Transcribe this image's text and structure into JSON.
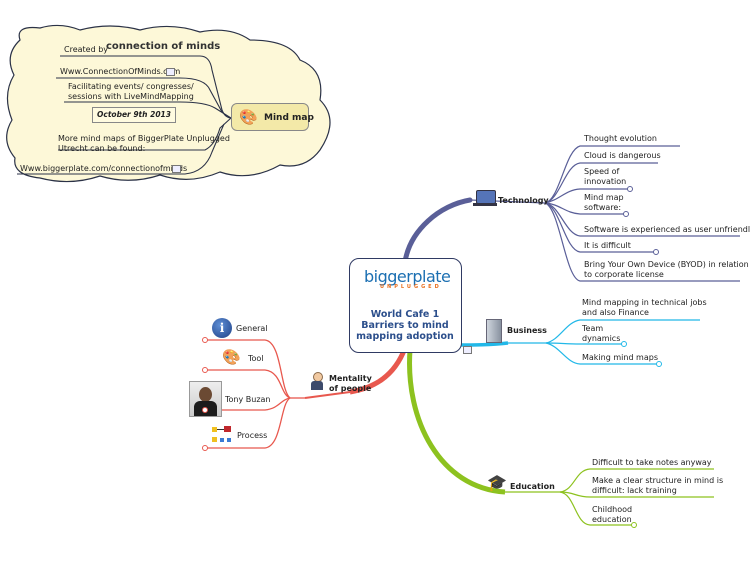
{
  "center": {
    "logo_text": "biggerplate",
    "logo_sub": "UNPLUGGED",
    "title_lines": [
      "World Cafe 1",
      "Barriers to mind",
      "mapping adoption"
    ]
  },
  "callout": {
    "created_by": "Created by",
    "brand": "connection of minds",
    "website": "Www.ConnectionOfMinds.com",
    "facilitating": [
      "Facilitating events/ congresses/",
      "sessions with LiveMindMapping"
    ],
    "date": "October 9th 2013",
    "more_maps": [
      "More mind maps of BiggerPlate Unplugged",
      "Utrecht can be found:"
    ],
    "biggerplate_link": "Www.biggerplate.com/connectionofminds",
    "mind_map_label": "Mind map"
  },
  "technology": {
    "label": "Technology",
    "items": [
      [
        "Thought evolution"
      ],
      [
        "Cloud is dangerous"
      ],
      [
        "Speed of",
        "innovation"
      ],
      [
        "Mind map",
        "software:"
      ],
      [
        "Software is experienced as user unfriendly"
      ],
      [
        "It is difficult"
      ],
      [
        "Bring Your Own Device (BYOD) in relation",
        "to corporate license"
      ]
    ]
  },
  "business": {
    "label": "Business",
    "items": [
      [
        "Mind mapping in technical jobs",
        "and also Finance"
      ],
      [
        "Team",
        "dynamics"
      ],
      [
        "Making mind maps"
      ]
    ]
  },
  "education": {
    "label": "Education",
    "items": [
      [
        "Difficult to take notes anyway"
      ],
      [
        "Make a clear structure in mind is",
        "difficult: lack training"
      ],
      [
        "Childhood",
        "education"
      ]
    ]
  },
  "mentality": {
    "label_lines": [
      "Mentality",
      "of people"
    ],
    "items": [
      [
        "General"
      ],
      [
        "Tool"
      ],
      [
        "Tony Buzan"
      ],
      [
        "Process"
      ]
    ]
  },
  "colors": {
    "technology": "#5a5f98",
    "business": "#22b8e8",
    "education": "#8dc21f",
    "mentality": "#e8584e",
    "callout_border": "#2b3247",
    "callout_fill": "#fdf8d8"
  }
}
